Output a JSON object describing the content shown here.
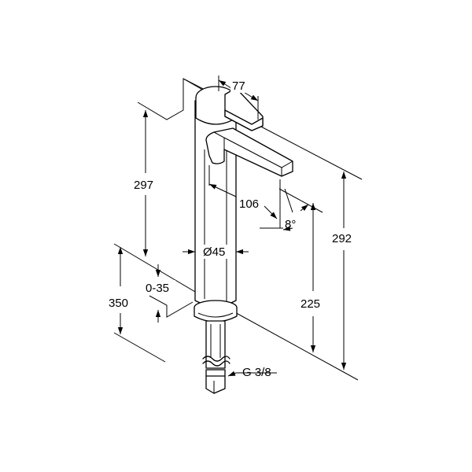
{
  "drawing": {
    "dimensions": {
      "width_top": "77",
      "height_upper": "297",
      "spout_reach": "106",
      "spout_angle": "8°",
      "body_diameter": "Ø45",
      "range_adjust": "0-35",
      "height_total": "350",
      "spout_height": "225",
      "height_overall": "292",
      "connection": "G 3/8"
    }
  }
}
